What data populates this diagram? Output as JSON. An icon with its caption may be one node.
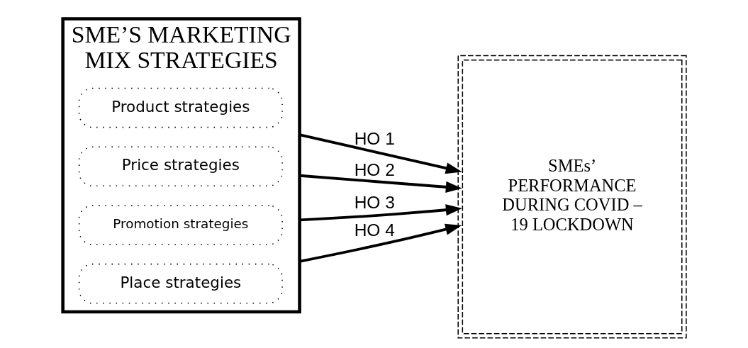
{
  "diagram": {
    "nodes": [
      {
        "text": [
          "SME’S MARKETING MIX STRATEGIES"
        ]
      },
      {
        "text": [
          "Product strategies"
        ],
        "in": 0
      },
      {
        "text": [
          "Price strategies"
        ],
        "in": 0
      },
      {
        "text": [
          "Promotion strategies"
        ],
        "in": 0
      },
      {
        "text": [
          "Place strategies"
        ],
        "in": 0
      },
      {
        "text": [
          "SMEs’ PERFORMANCE DURING COVID – 19 LOCKDOWN"
        ]
      }
    ],
    "edges": [
      {
        "from": 0,
        "to": 5,
        "arrow": "to",
        "label": "HO 1"
      },
      {
        "from": 0,
        "to": 5,
        "arrow": "to",
        "label": "HO 2"
      },
      {
        "from": 0,
        "to": 5,
        "arrow": "to",
        "label": "HO 3"
      },
      {
        "from": 0,
        "to": 5,
        "arrow": "to",
        "label": "HO 4"
      }
    ]
  }
}
